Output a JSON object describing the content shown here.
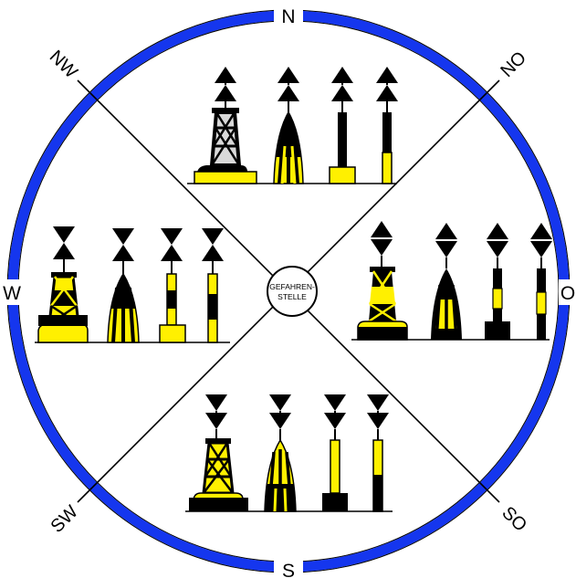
{
  "diagram": {
    "title": "",
    "compass": {
      "ring_color": "#1536ee",
      "outline_color": "#000000",
      "north": "N",
      "south": "S",
      "east": "O",
      "west": "W",
      "northwest": "NW",
      "northeast": "NO",
      "southwest": "SW",
      "southeast": "SO"
    },
    "center": {
      "line1": "GEFAHREN-",
      "line2": "STELLE"
    },
    "colors": {
      "yellow": "#fff000",
      "black": "#000000"
    },
    "quadrants": [
      {
        "name": "north",
        "topmark": "two cones pointing up",
        "buoys": [
          "pillar-buoy",
          "spar-buoy",
          "pole-on-base",
          "pole"
        ],
        "coloring": "black over yellow"
      },
      {
        "name": "east",
        "topmark": "two cones base to base",
        "buoys": [
          "pillar-buoy",
          "spar-buoy",
          "pole-on-base",
          "pole"
        ],
        "coloring": "black with yellow band"
      },
      {
        "name": "south",
        "topmark": "two cones pointing down",
        "buoys": [
          "pillar-buoy",
          "spar-buoy",
          "pole-on-base",
          "pole"
        ],
        "coloring": "yellow over black"
      },
      {
        "name": "west",
        "topmark": "two cones point to point",
        "buoys": [
          "pillar-buoy",
          "spar-buoy",
          "pole-on-base",
          "pole"
        ],
        "coloring": "yellow with black band"
      }
    ]
  }
}
